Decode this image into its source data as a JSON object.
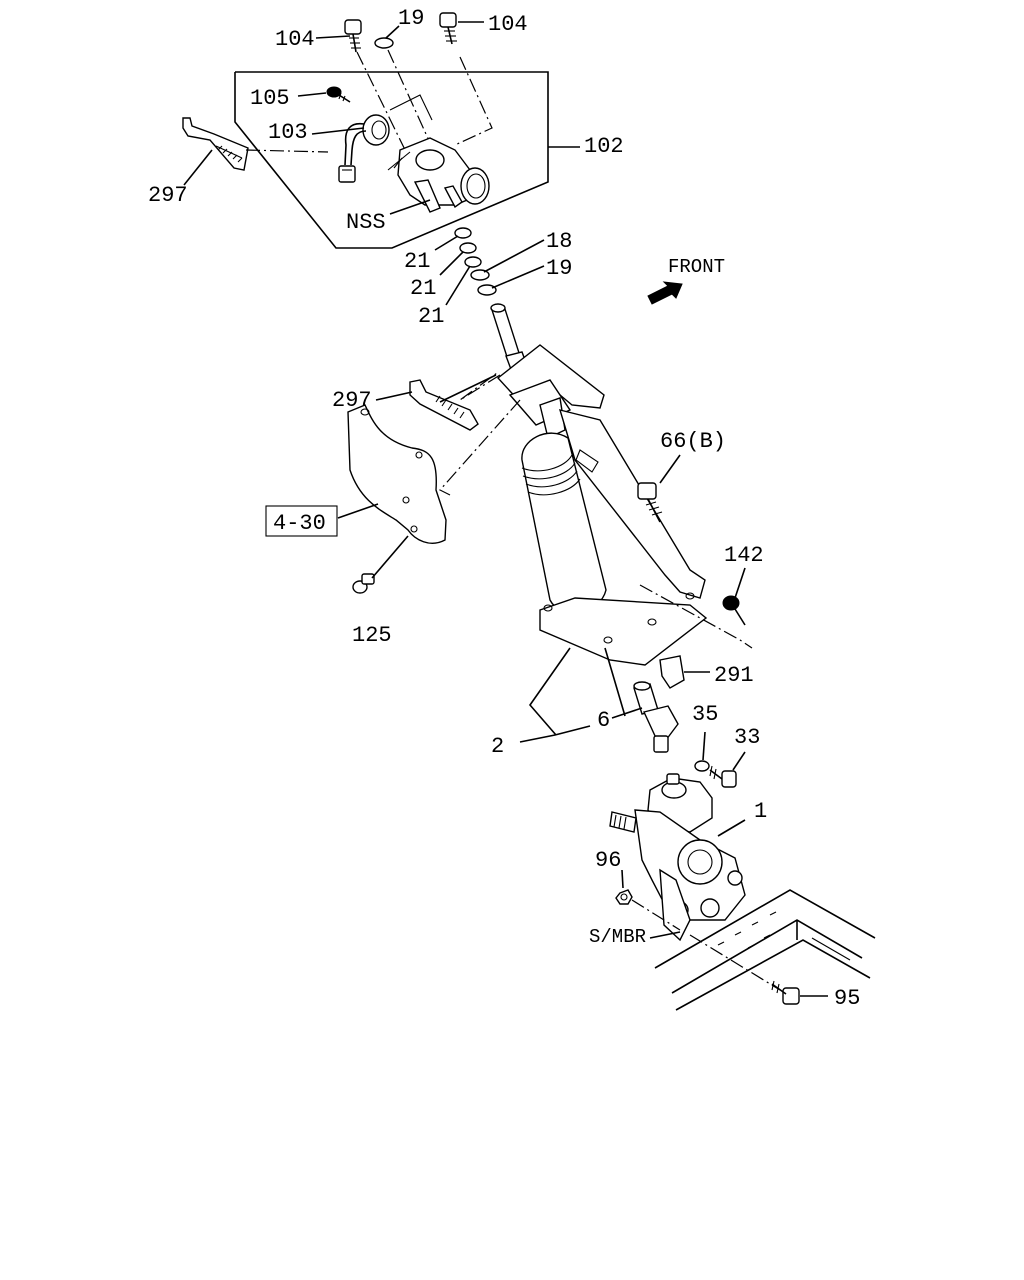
{
  "labels": {
    "p104_left": "104",
    "p19_top": "19",
    "p104_right": "104",
    "p105": "105",
    "p103": "103",
    "p102": "102",
    "p297_top": "297",
    "nss": "NSS",
    "p21_a": "21",
    "p21_b": "21",
    "p21_c": "21",
    "p18": "18",
    "p19_mid": "19",
    "front": "FRONT",
    "p297_mid": "297",
    "p66b": "66(B)",
    "p4_30": "4-30",
    "p142": "142",
    "p125": "125",
    "p291": "291",
    "p2": "2",
    "p6": "6",
    "p35": "35",
    "p33": "33",
    "p1": "1",
    "p96": "96",
    "smbr": "S/MBR",
    "p95": "95"
  },
  "icons": {
    "front_arrow": "front-direction-arrow-icon"
  }
}
